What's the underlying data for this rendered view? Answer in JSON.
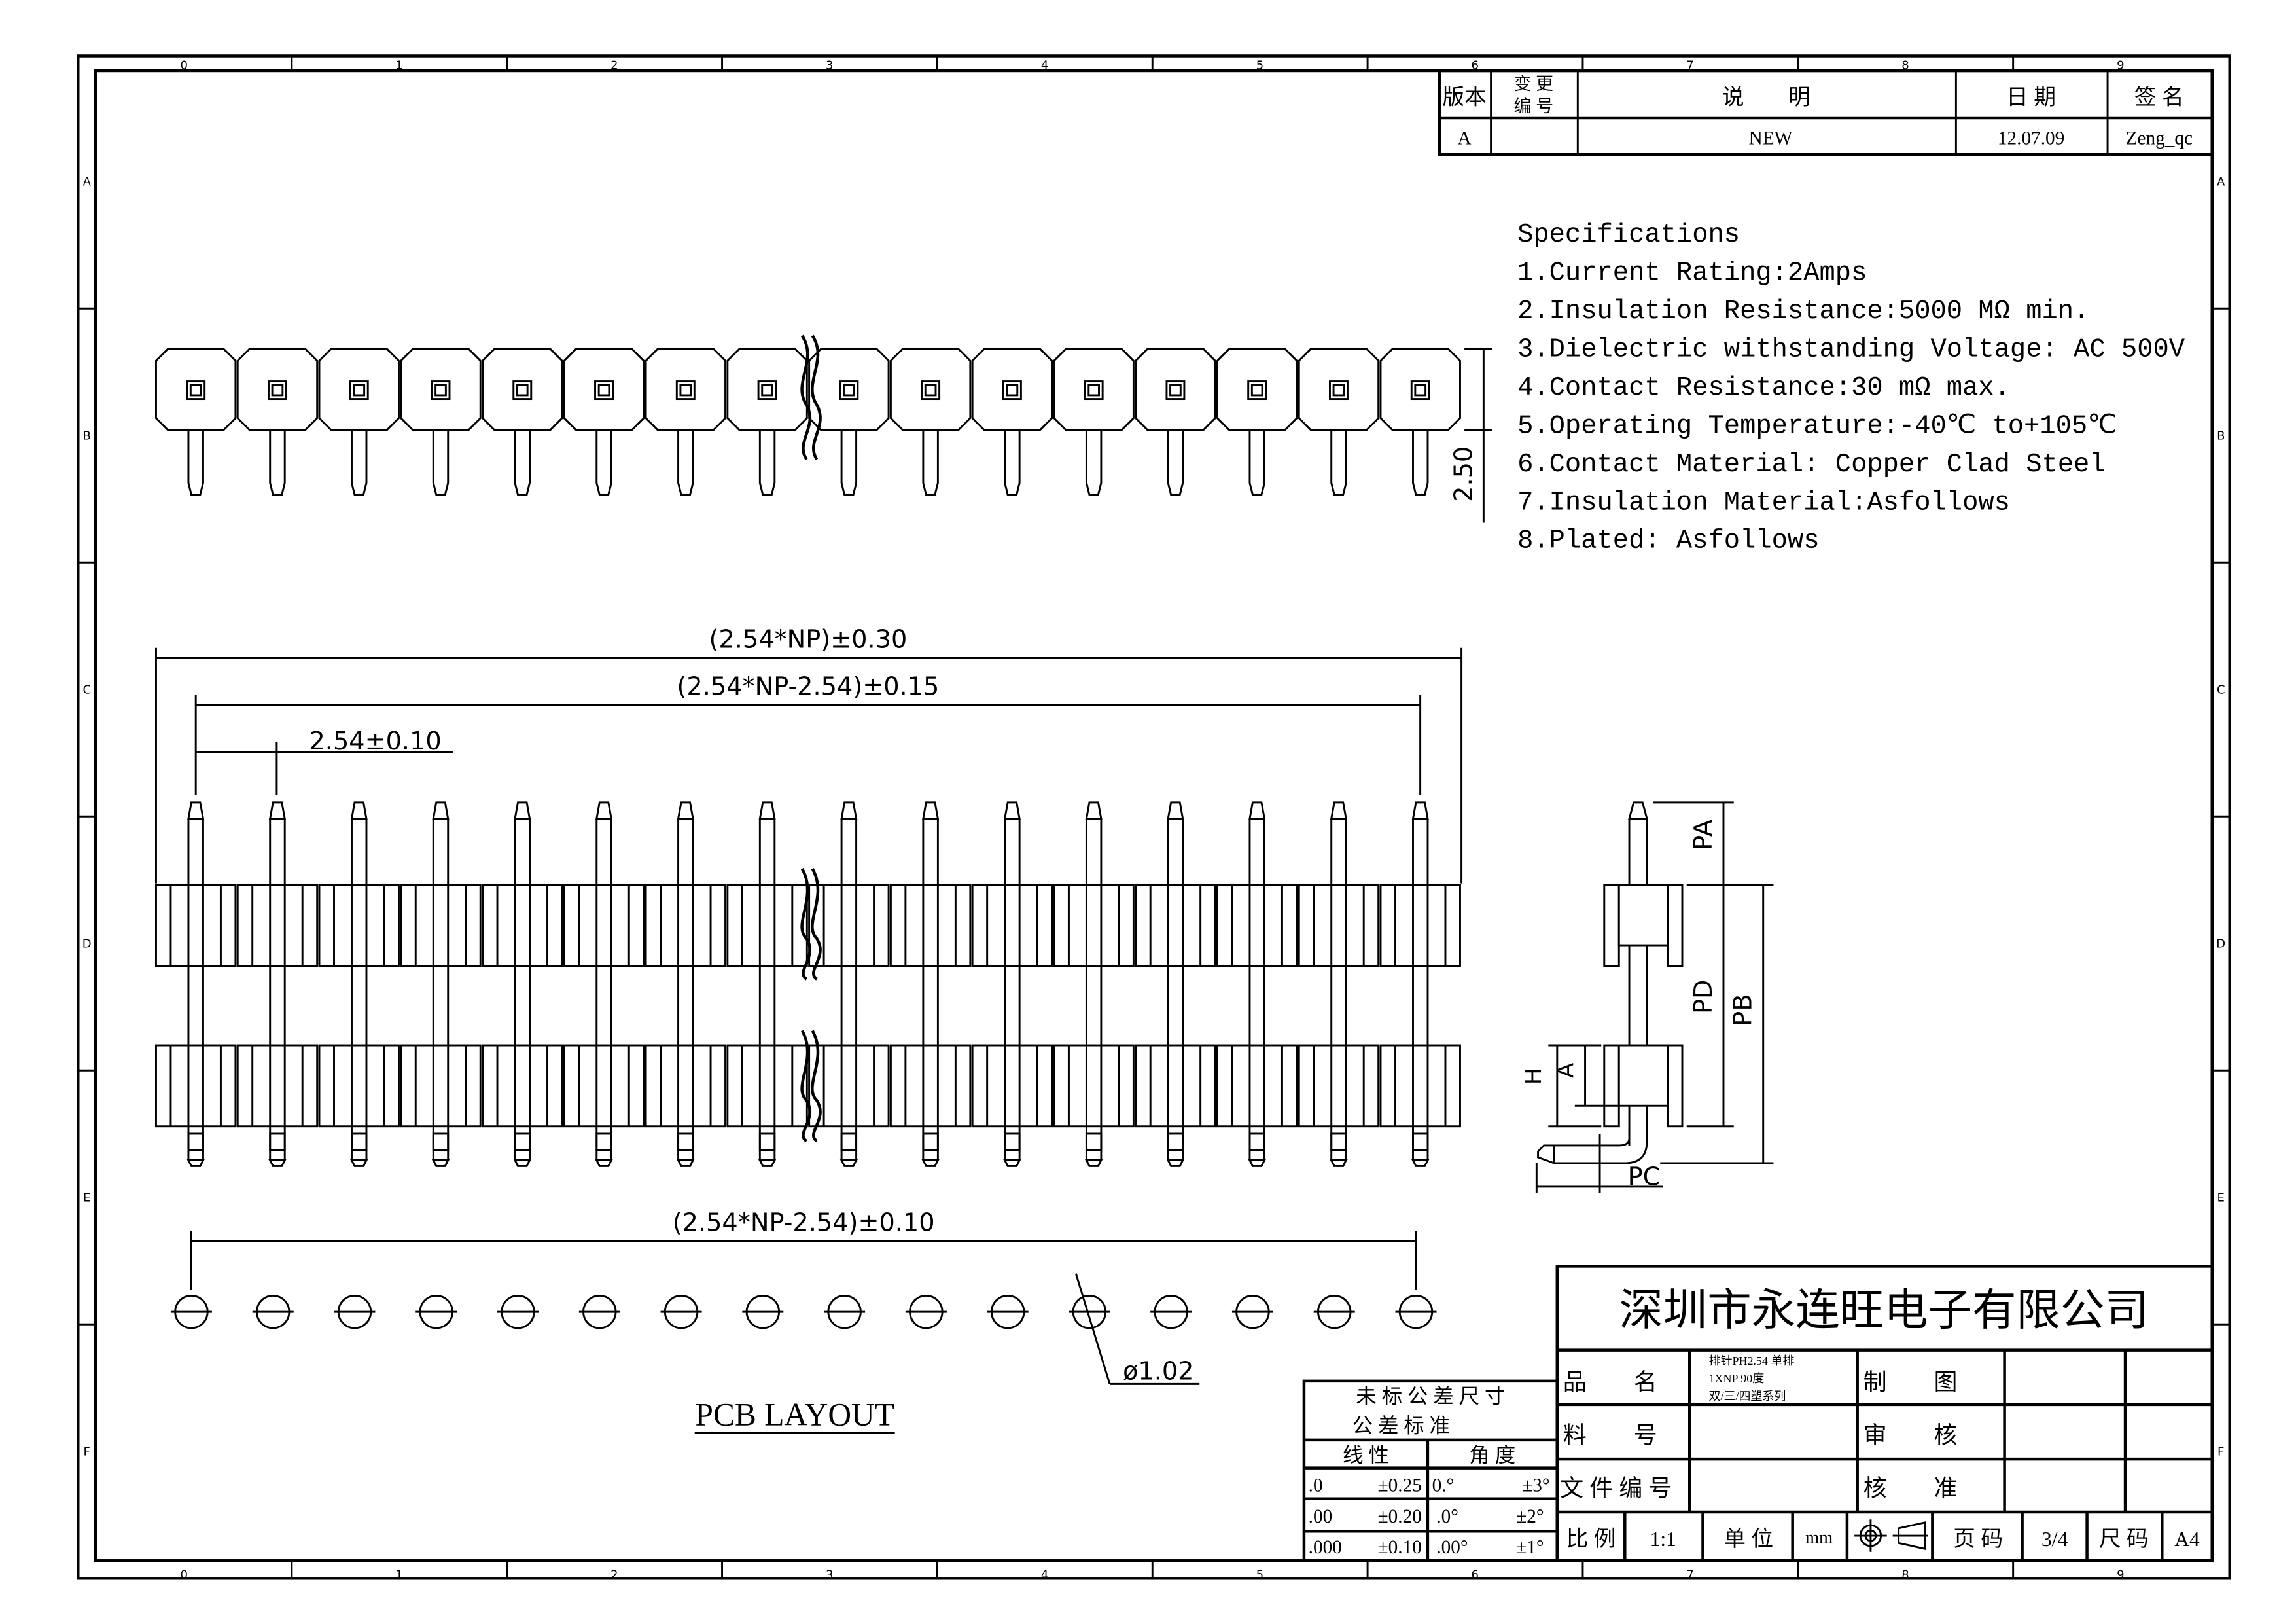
{
  "frame": {
    "columns": [
      "0",
      "1",
      "2",
      "3",
      "4",
      "5",
      "6",
      "7",
      "8",
      "9"
    ],
    "rows": [
      "A",
      "B",
      "C",
      "D",
      "E",
      "F"
    ]
  },
  "revision_table": {
    "headers": {
      "version": "版本",
      "change_no_1": "变 更",
      "change_no_2": "编 号",
      "description": "说　　明",
      "date": "日 期",
      "signature": "签 名"
    },
    "row": {
      "version": "A",
      "change_no": "",
      "description": "NEW",
      "date": "12.07.09",
      "signature": "Zeng_qc"
    }
  },
  "specifications": {
    "title": "Specifications",
    "items": [
      "1.Current Rating:2Amps",
      "2.Insulation Resistance:5000 MΩ min.",
      "3.Dielectric withstanding Voltage: AC 500V",
      "4.Contact Resistance:30 mΩ max.",
      "5.Operating Temperature:-40℃ to+105℃",
      "6.Contact Material: Copper Clad Steel",
      "7.Insulation Material:Asfollows",
      "8.Plated: Asfollows"
    ]
  },
  "pin_count_shown": 16,
  "dimensions": {
    "height": "2.50",
    "overall": "(2.54*NP)±0.30",
    "span": "(2.54*NP-2.54)±0.15",
    "pitch": "2.54±0.10",
    "pcb_span": "(2.54*NP-2.54)±0.10",
    "hole": "ø1.02",
    "pcb_layout": "PCB LAYOUT",
    "side": {
      "pa": "PA",
      "pd": "PD",
      "pb": "PB",
      "h": "H",
      "a": "A",
      "pc": "PC"
    }
  },
  "tolerance_table": {
    "title1": "未 标 公 差 尺 寸",
    "title2": "公 差 标 准",
    "linear": "线 性",
    "angle": "角 度",
    "rows": [
      {
        "lin": ".0",
        "lin_tol": "±0.25",
        "ang": "0.°",
        "ang_tol": "±3°"
      },
      {
        "lin": ".00",
        "lin_tol": "±0.20",
        "ang": ".0°",
        "ang_tol": "±2°"
      },
      {
        "lin": ".000",
        "lin_tol": "±0.10",
        "ang": ".00°",
        "ang_tol": "±1°"
      }
    ]
  },
  "title_block": {
    "company": "深圳市永连旺电子有限公司",
    "product_name_label": "品　　名",
    "product_name": [
      "排针PH2.54 单排",
      "1XNP 90度",
      "双/三/四塑系列"
    ],
    "part_no_label": "料　　号",
    "file_no_label": "文 件 编 号",
    "drawn_label": "制　　图",
    "checked_label": "审　　核",
    "approved_label": "核　　准",
    "scale_label": "比 例",
    "scale": "1:1",
    "unit_label": "单 位",
    "unit": "mm",
    "page_label": "页 码",
    "page": "3/4",
    "size_label": "尺 码",
    "size": "A4"
  }
}
